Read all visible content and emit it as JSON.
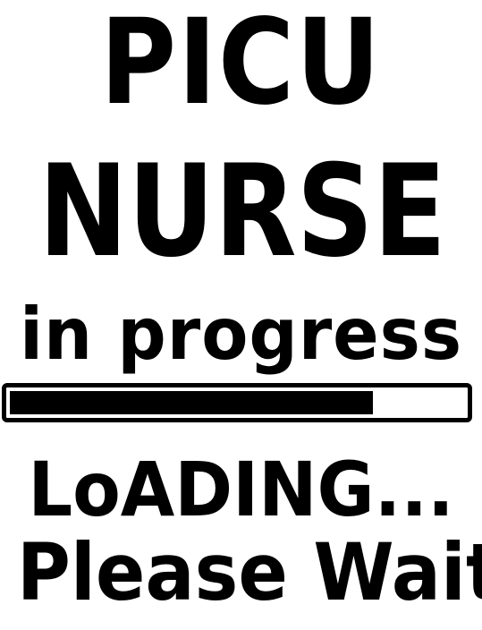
{
  "design": {
    "line1": "PICU",
    "line2": "NURSE",
    "line3": "in progress",
    "line4": "LoADING...",
    "line5": "Please Wait"
  },
  "progress_bar": {
    "value": 0.8
  },
  "colors": {
    "ink": "#000000",
    "background": "#ffffff"
  }
}
